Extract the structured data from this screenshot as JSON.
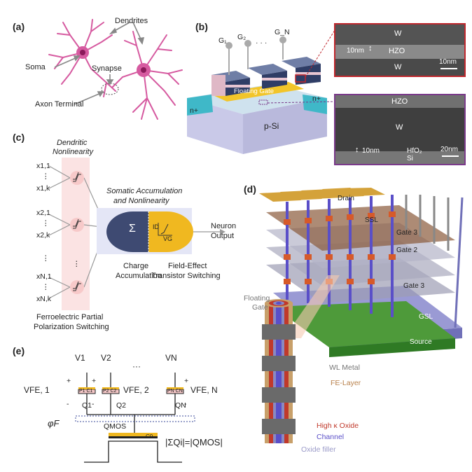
{
  "panels": {
    "a": "(a)",
    "b": "(b)",
    "c": "(c)",
    "d": "(d)",
    "e": "(e)"
  },
  "a": {
    "dendrites": "Dendrites",
    "soma": "Soma",
    "synapse": "Synapse",
    "axon_terminal": "Axon Terminal"
  },
  "b": {
    "g1": "G₁",
    "g2": "G₂",
    "dots": "· · ·",
    "gn": "G_N",
    "floating_gate": "Floating Gate",
    "nplus_left": "n+",
    "nplus_right": "n+",
    "psi": "p-Si",
    "tem1": {
      "w_top": "W",
      "thickness": "10nm",
      "hzo": "HZO",
      "w_bottom": "W",
      "scale": "10nm"
    },
    "tem2": {
      "hzo": "HZO",
      "w": "W",
      "thickness": "10nm",
      "hfo2": "HfO₂",
      "si": "Si",
      "scale": "20nm"
    }
  },
  "c": {
    "dendritic_title_1": "Dendritic",
    "dendritic_title_2": "Nonlinearity",
    "inputs": [
      [
        "x1,1",
        "⋮",
        "x1,k"
      ],
      [
        "x2,1",
        "⋮",
        "x2,k"
      ],
      [
        "xN,1",
        "⋮",
        "xN,k"
      ]
    ],
    "vdots": "⋮",
    "somatic_1": "Somatic Accumulation",
    "somatic_2": "and Nonlinearity",
    "sigma": "Σ",
    "id": "ID",
    "vg": "VG",
    "neuron_output_1": "Neuron",
    "neuron_output_2": "Output",
    "charge_1": "Charge",
    "charge_2": "Accumulation",
    "fet_1": "Field-Effect",
    "fet_2": "Transistor Switching",
    "ferro_1": "Ferroelectric Partial",
    "ferro_2": "Polarization Switching"
  },
  "d": {
    "drain": "Drain",
    "ssl": "SSL",
    "gate3a": "Gate 3",
    "gate2": "Gate 2",
    "gate3b": "Gate 3",
    "gsl": "GSL",
    "source": "Source",
    "floating_gate_1": "Floating",
    "floating_gate_2": "Gate",
    "wl_metal": "WL Metal",
    "fe_layer": "FE-Layer",
    "high_k": "High κ Oxide",
    "channel": "Channel",
    "oxide_filler": "Oxide filler",
    "colors": {
      "gate": "#d4a23a",
      "channel": "#5a4fc8",
      "highk": "#c0392b",
      "fe": "#c8a06a"
    }
  },
  "e": {
    "v1": "V1",
    "v2": "V2",
    "vdots": "···",
    "vn": "VN",
    "vfe1": "VFE, 1",
    "vfe2": "VFE, 2",
    "vfen": "VFE, N",
    "q1": "Q1",
    "q2": "Q2",
    "qn": "QN",
    "phi": "φF",
    "qmos": "QMOS",
    "c0": "C0",
    "cap1": "P1 C1",
    "cap2": "P2 C2",
    "capn": "PN CN",
    "equation": "|ΣQi|=|QMOS|",
    "plus": "+",
    "minus": "-"
  }
}
